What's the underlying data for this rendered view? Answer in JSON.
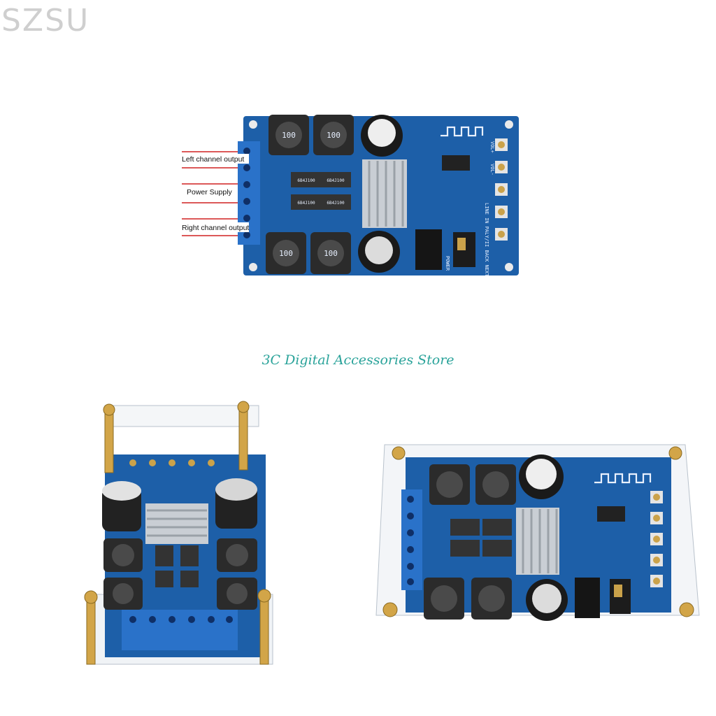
{
  "watermark": "SZSU",
  "store_name": "3C Digital Accessories Store",
  "diagram": {
    "labels": {
      "left_channel": "Left channel output",
      "power_supply": "Power Supply",
      "right_channel": "Right channel output"
    },
    "inductor_marking": "100",
    "ic_marking": "6B4J100",
    "silkscreen": {
      "power": "POWER",
      "jack_row": "LINE IN PALY/II BACK NEXT",
      "vol_plus": "VOL+",
      "vol_minus": "VOL-"
    }
  },
  "colors": {
    "pcb": "#1d5fa8",
    "terminal": "#2a72c9",
    "heatsink": "#c9ced4",
    "inductor": "#2b2b2b",
    "store_text": "#2aa39a",
    "label_line": "#d02020"
  }
}
